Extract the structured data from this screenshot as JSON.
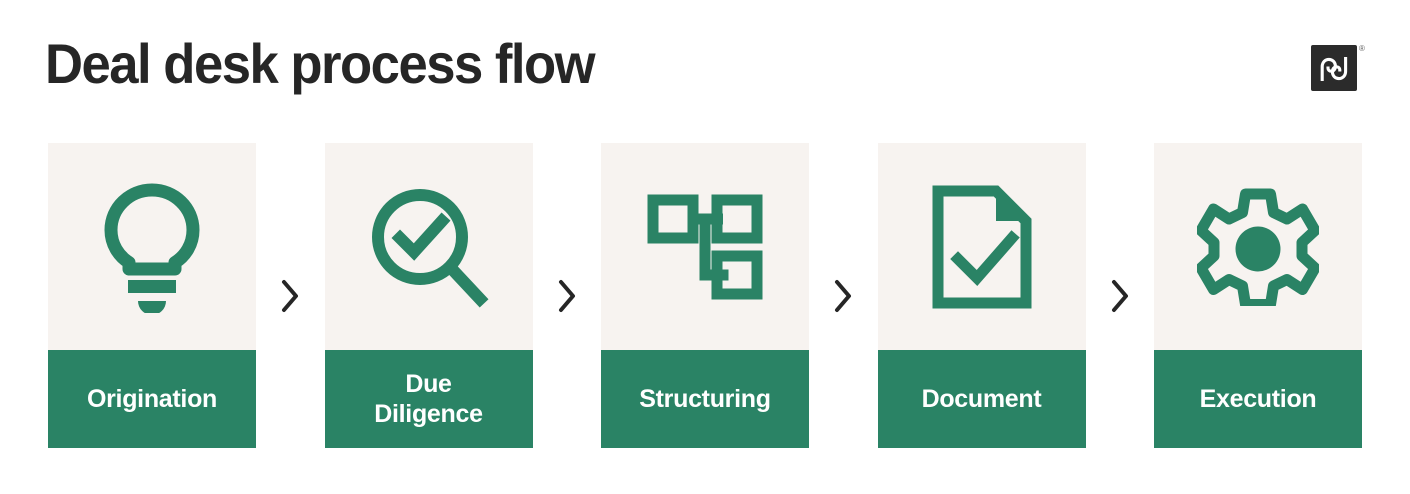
{
  "header": {
    "title": "Deal desk process flow",
    "logo": {
      "name": "pandadoc-logo",
      "monogram": "pd",
      "registered_mark": "®"
    }
  },
  "theme": {
    "green": "#2a8365",
    "cream": "#f7f3f0",
    "charcoal": "#262626",
    "logo_dark": "#2b2b2b",
    "white": "#ffffff"
  },
  "flow": {
    "separator_icon": "chevron-right-icon",
    "steps": [
      {
        "label": "Origination",
        "icon": "lightbulb-icon"
      },
      {
        "label": "Due\nDiligence",
        "icon": "magnifier-check-icon"
      },
      {
        "label": "Structuring",
        "icon": "hierarchy-icon"
      },
      {
        "label": "Document",
        "icon": "document-check-icon"
      },
      {
        "label": "Execution",
        "icon": "gear-icon"
      }
    ]
  }
}
